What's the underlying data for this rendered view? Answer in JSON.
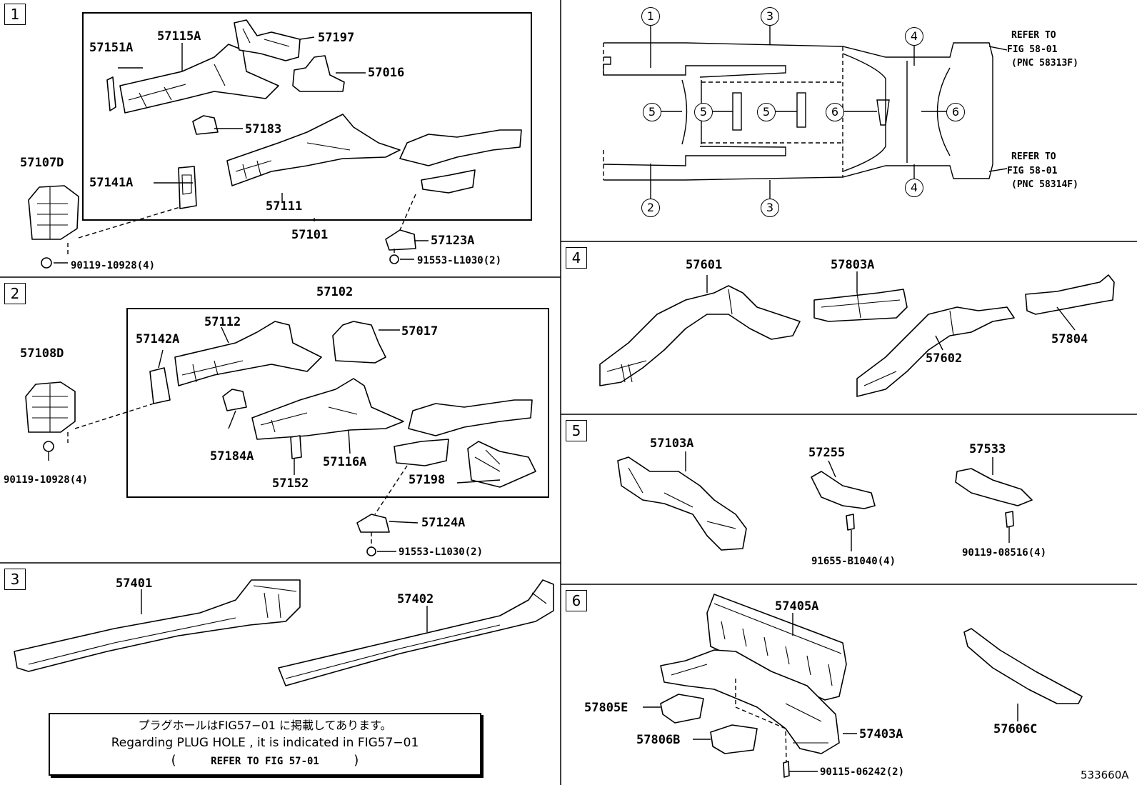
{
  "sections": [
    {
      "id": "1",
      "label": "1"
    },
    {
      "id": "2",
      "label": "2"
    },
    {
      "id": "3",
      "label": "3"
    },
    {
      "id": "4",
      "label": "4"
    },
    {
      "id": "5",
      "label": "5"
    },
    {
      "id": "6",
      "label": "6"
    }
  ],
  "overview": {
    "callouts": [
      "1",
      "3",
      "4",
      "2",
      "3",
      "4",
      "5",
      "5",
      "5",
      "6",
      "6"
    ],
    "refer_upper": {
      "line1": "REFER TO",
      "line2": "FIG 58-01",
      "line3": "(PNC 58313F)"
    },
    "refer_lower": {
      "line1": "REFER TO",
      "line2": "FIG 58-01",
      "line3": "(PNC 58314F)"
    }
  },
  "section1": {
    "assembly": "57101",
    "parts": [
      "57151A",
      "57115A",
      "57197",
      "57016",
      "57183",
      "57141A",
      "57111",
      "57107D",
      "57123A"
    ],
    "fasteners": [
      "90119-10928(4)",
      "91553-L1030(2)"
    ]
  },
  "section2": {
    "assembly": "57102",
    "parts": [
      "57142A",
      "57112",
      "57017",
      "57108D",
      "57184A",
      "57152",
      "57116A",
      "57198",
      "57124A"
    ],
    "fasteners": [
      "90119-10928(4)",
      "91553-L1030(2)"
    ]
  },
  "section3": {
    "parts": [
      "57401",
      "57402"
    ],
    "note": {
      "jp": "プラグホールはFIG57−01 に掲載してあります。",
      "en": "Regarding PLUG HOLE , it is indicated in FIG57−01",
      "paren_open": "(",
      "refer": "REFER TO FIG 57-01",
      "paren_close": ")"
    }
  },
  "section4": {
    "parts": [
      "57601",
      "57803A",
      "57602",
      "57804"
    ]
  },
  "section5": {
    "parts": [
      "57103A",
      "57255",
      "57533"
    ],
    "fasteners": [
      "91655-B1040(4)",
      "90119-08516(4)"
    ]
  },
  "section6": {
    "parts": [
      "57405A",
      "57805E",
      "57806B",
      "57403A",
      "57606C"
    ],
    "fasteners": [
      "90115-06242(2)"
    ]
  },
  "figure_id": "533660A"
}
